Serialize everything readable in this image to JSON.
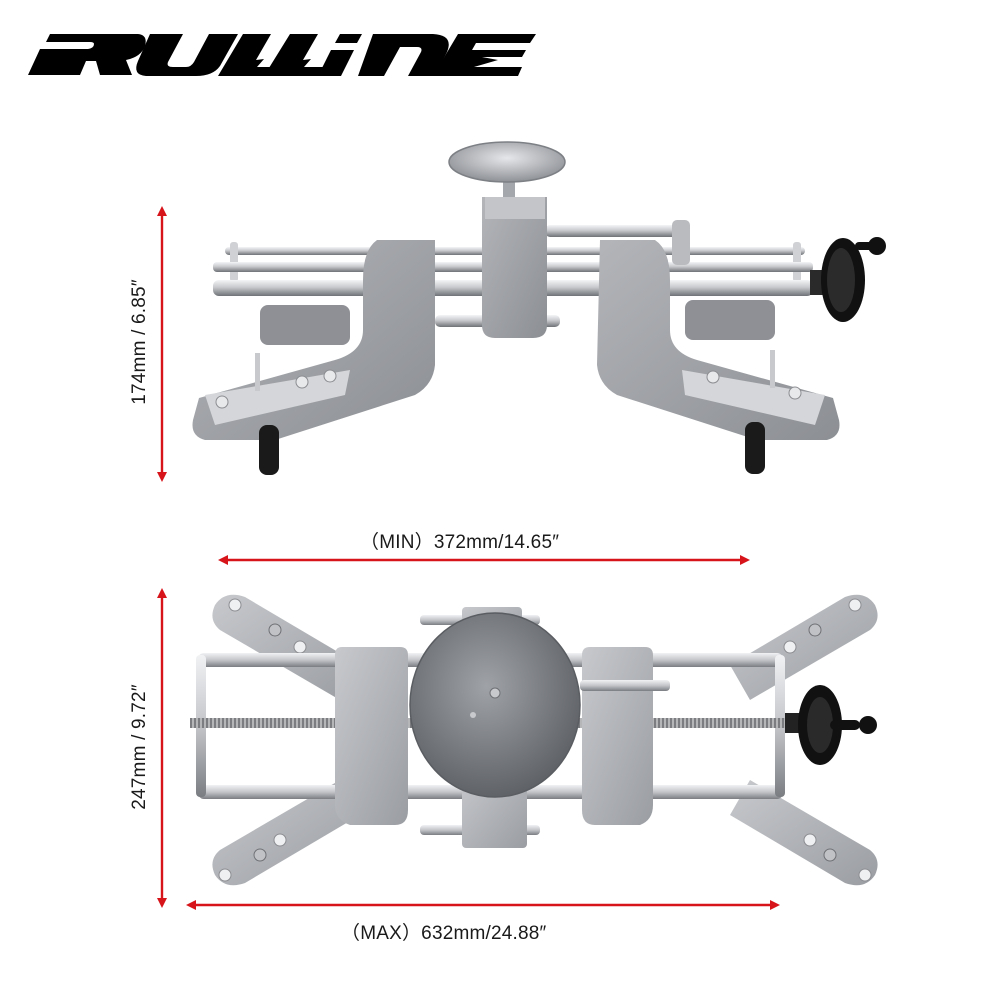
{
  "brand": {
    "logo_text": "RULLINE"
  },
  "dimensions": {
    "height_side_view": "174mm / 6.85″",
    "width_min": "（MIN）372mm/14.65″",
    "height_top_view": "247mm / 9.72″",
    "width_max": "（MAX）632mm/24.88″"
  },
  "product": {
    "side_view_label": "wheel clamp side view",
    "top_view_label": "wheel clamp top view"
  },
  "colors": {
    "arrow": "#d7141a",
    "logo": "#000000",
    "metal_light": "#c9cbce",
    "metal_mid": "#a9abaf",
    "metal_dark": "#7f8186",
    "knob": "#111111"
  }
}
